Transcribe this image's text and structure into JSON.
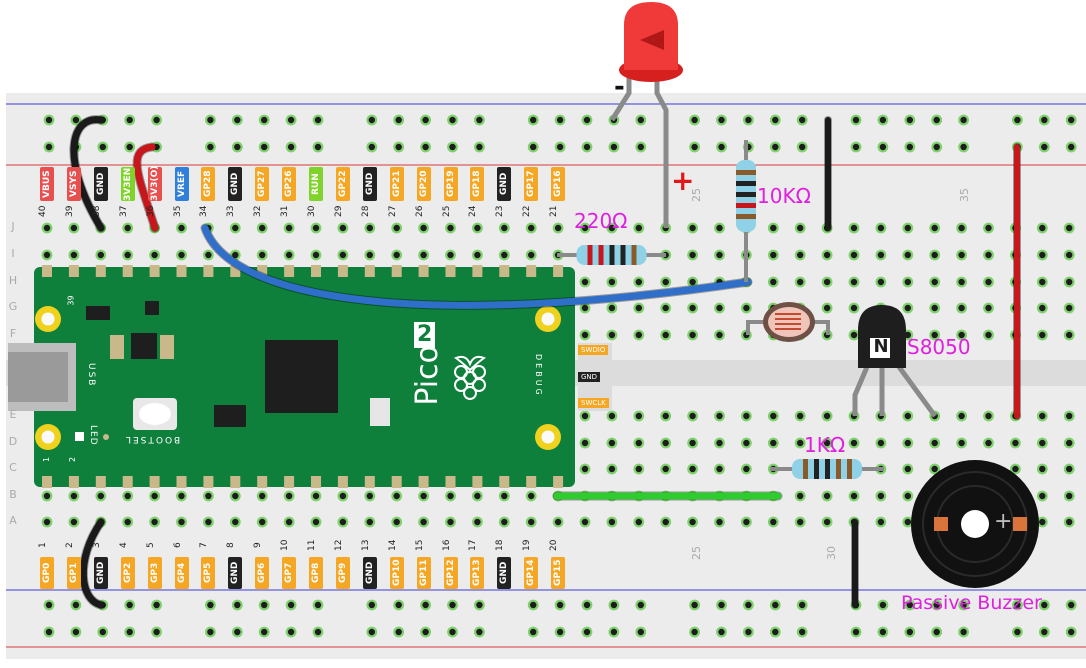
{
  "board": {
    "top_pins": [
      {
        "num": "40",
        "label": "VBUS",
        "color": "#e8504f"
      },
      {
        "num": "39",
        "label": "VSYS",
        "color": "#e8504f"
      },
      {
        "num": "38",
        "label": "GND",
        "color": "#222222"
      },
      {
        "num": "37",
        "label": "3V3EN",
        "color": "#7fd32a"
      },
      {
        "num": "36",
        "label": "3V3(O)",
        "color": "#e8504f"
      },
      {
        "num": "35",
        "label": "VREF",
        "color": "#2f7fdb"
      },
      {
        "num": "34",
        "label": "GP28",
        "color": "#f5a623"
      },
      {
        "num": "33",
        "label": "GND",
        "color": "#222222"
      },
      {
        "num": "32",
        "label": "GP27",
        "color": "#f5a623"
      },
      {
        "num": "31",
        "label": "GP26",
        "color": "#f5a623"
      },
      {
        "num": "30",
        "label": "RUN",
        "color": "#7fd32a"
      },
      {
        "num": "29",
        "label": "GP22",
        "color": "#f5a623"
      },
      {
        "num": "28",
        "label": "GND",
        "color": "#222222"
      },
      {
        "num": "27",
        "label": "GP21",
        "color": "#f5a623"
      },
      {
        "num": "26",
        "label": "GP20",
        "color": "#f5a623"
      },
      {
        "num": "25",
        "label": "GP19",
        "color": "#f5a623"
      },
      {
        "num": "24",
        "label": "GP18",
        "color": "#f5a623"
      },
      {
        "num": "23",
        "label": "GND",
        "color": "#222222"
      },
      {
        "num": "22",
        "label": "GP17",
        "color": "#f5a623"
      },
      {
        "num": "21",
        "label": "GP16",
        "color": "#f5a623"
      }
    ],
    "bottom_pins": [
      {
        "num": "1",
        "label": "GP0",
        "color": "#f5a623"
      },
      {
        "num": "2",
        "label": "GP1",
        "color": "#f5a623"
      },
      {
        "num": "3",
        "label": "GND",
        "color": "#222222"
      },
      {
        "num": "4",
        "label": "GP2",
        "color": "#f5a623"
      },
      {
        "num": "5",
        "label": "GP3",
        "color": "#f5a623"
      },
      {
        "num": "6",
        "label": "GP4",
        "color": "#f5a623"
      },
      {
        "num": "7",
        "label": "GP5",
        "color": "#f5a623"
      },
      {
        "num": "8",
        "label": "GND",
        "color": "#222222"
      },
      {
        "num": "9",
        "label": "GP6",
        "color": "#f5a623"
      },
      {
        "num": "10",
        "label": "GP7",
        "color": "#f5a623"
      },
      {
        "num": "11",
        "label": "GP8",
        "color": "#f5a623"
      },
      {
        "num": "12",
        "label": "GP9",
        "color": "#f5a623"
      },
      {
        "num": "13",
        "label": "GND",
        "color": "#222222"
      },
      {
        "num": "14",
        "label": "GP10",
        "color": "#f5a623"
      },
      {
        "num": "15",
        "label": "GP11",
        "color": "#f5a623"
      },
      {
        "num": "16",
        "label": "GP12",
        "color": "#f5a623"
      },
      {
        "num": "17",
        "label": "GP13",
        "color": "#f5a623"
      },
      {
        "num": "18",
        "label": "GND",
        "color": "#222222"
      },
      {
        "num": "19",
        "label": "GP14",
        "color": "#f5a623"
      },
      {
        "num": "20",
        "label": "GP15",
        "color": "#f5a623"
      }
    ],
    "pico_logo": "Pico",
    "pico_version": "2",
    "usb_label": "USB",
    "led_label": "LED",
    "bootsel_label": "BOOTSEL",
    "debug_label": "DEBUG",
    "debug_pins": [
      {
        "label": "SWDIO",
        "color": "#f5a623"
      },
      {
        "label": "GND",
        "color": "#222222"
      },
      {
        "label": "SWCLK",
        "color": "#f5a623"
      }
    ],
    "corner_pin_labels": {
      "top": "39",
      "bottom_left": "1",
      "bottom_right": "2"
    }
  },
  "breadboard": {
    "row_letters_top": [
      "J",
      "I",
      "H",
      "G",
      "F"
    ],
    "row_letters_bottom": [
      "E",
      "D",
      "C",
      "B",
      "A"
    ],
    "column_numbers_top": [
      "25",
      "35"
    ],
    "column_numbers_bottom": [
      "25",
      "30"
    ]
  },
  "components": {
    "led_polarity_minus": "-",
    "led_polarity_plus": "+",
    "resistor_220": "220Ω",
    "resistor_10k": "10KΩ",
    "resistor_1k": "1KΩ",
    "transistor": "S8050",
    "transistor_mark": "N",
    "buzzer": "Passive Buzzer",
    "buzzer_plus": "+"
  },
  "colors": {
    "wire_black": "#1a1a1a",
    "wire_red": "#c8161d",
    "wire_blue": "#2f6fc9",
    "wire_green": "#2ecc2e",
    "board_green": "#0f7f3c",
    "breadboard": "#ececec",
    "hole_green": "#7ed16b",
    "accent_magenta": "#e020e0"
  }
}
